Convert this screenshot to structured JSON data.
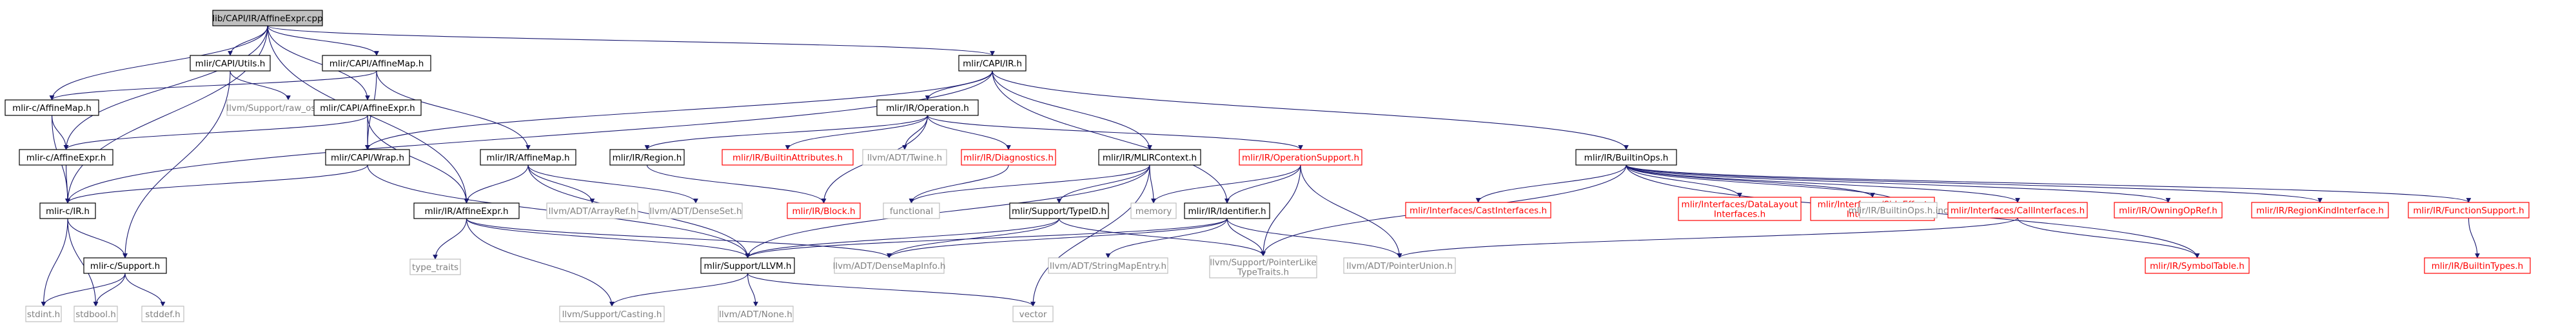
{
  "colors": {
    "edge": "#191970",
    "border_black": "#000000",
    "border_red": "#ff0000",
    "border_gray": "#bfbfbf",
    "fill_root": "#bfbfbf",
    "fill_normal": "#ffffff",
    "text_normal": "#000000",
    "text_red": "#ff0000",
    "text_gray": "#808080"
  },
  "nodes": [
    {
      "id": "root",
      "lines": [
        "lib/CAPI/IR/AffineExpr.cpp"
      ],
      "style": "root"
    },
    {
      "id": "capiutils",
      "lines": [
        "mlir/CAPI/Utils.h"
      ],
      "style": "normal"
    },
    {
      "id": "capiaffinemap",
      "lines": [
        "mlir/CAPI/AffineMap.h"
      ],
      "style": "normal"
    },
    {
      "id": "capiir",
      "lines": [
        "mlir/CAPI/IR.h"
      ],
      "style": "normal"
    },
    {
      "id": "cmap",
      "lines": [
        "mlir-c/AffineMap.h"
      ],
      "style": "normal"
    },
    {
      "id": "raw",
      "lines": [
        "llvm/Support/raw_ostream.h"
      ],
      "style": "gray"
    },
    {
      "id": "capiexpr",
      "lines": [
        "mlir/CAPI/AffineExpr.h"
      ],
      "style": "normal"
    },
    {
      "id": "cexpr",
      "lines": [
        "mlir-c/AffineExpr.h"
      ],
      "style": "normal"
    },
    {
      "id": "wrap",
      "lines": [
        "mlir/CAPI/Wrap.h"
      ],
      "style": "normal"
    },
    {
      "id": "cir",
      "lines": [
        "mlir-c/IR.h"
      ],
      "style": "normal"
    },
    {
      "id": "csupport",
      "lines": [
        "mlir-c/Support.h"
      ],
      "style": "normal"
    },
    {
      "id": "stdint",
      "lines": [
        "stdint.h"
      ],
      "style": "gray"
    },
    {
      "id": "stdbool",
      "lines": [
        "stdbool.h"
      ],
      "style": "gray"
    },
    {
      "id": "stddef",
      "lines": [
        "stddef.h"
      ],
      "style": "gray"
    },
    {
      "id": "affinemap",
      "lines": [
        "mlir/IR/AffineMap.h"
      ],
      "style": "normal"
    },
    {
      "id": "affineexpr",
      "lines": [
        "mlir/IR/AffineExpr.h"
      ],
      "style": "normal"
    },
    {
      "id": "typetraits",
      "lines": [
        "type_traits"
      ],
      "style": "gray"
    },
    {
      "id": "arrayref",
      "lines": [
        "llvm/ADT/ArrayRef.h"
      ],
      "style": "gray"
    },
    {
      "id": "denseset",
      "lines": [
        "llvm/ADT/DenseSet.h"
      ],
      "style": "gray"
    },
    {
      "id": "operation",
      "lines": [
        "mlir/IR/Operation.h"
      ],
      "style": "normal"
    },
    {
      "id": "region",
      "lines": [
        "mlir/IR/Region.h"
      ],
      "style": "normal"
    },
    {
      "id": "builtinattrs",
      "lines": [
        "mlir/IR/BuiltinAttributes.h"
      ],
      "style": "red"
    },
    {
      "id": "block",
      "lines": [
        "mlir/IR/Block.h"
      ],
      "style": "red"
    },
    {
      "id": "twine",
      "lines": [
        "llvm/ADT/Twine.h"
      ],
      "style": "gray"
    },
    {
      "id": "diagnostics",
      "lines": [
        "mlir/IR/Diagnostics.h"
      ],
      "style": "red"
    },
    {
      "id": "mlircontext",
      "lines": [
        "mlir/IR/MLIRContext.h"
      ],
      "style": "normal"
    },
    {
      "id": "functional",
      "lines": [
        "functional"
      ],
      "style": "gray"
    },
    {
      "id": "typeid",
      "lines": [
        "mlir/Support/TypeID.h"
      ],
      "style": "normal"
    },
    {
      "id": "memory",
      "lines": [
        "memory"
      ],
      "style": "gray"
    },
    {
      "id": "opsupport",
      "lines": [
        "mlir/IR/OperationSupport.h"
      ],
      "style": "red"
    },
    {
      "id": "identifier",
      "lines": [
        "mlir/IR/Identifier.h"
      ],
      "style": "normal"
    },
    {
      "id": "llvmh",
      "lines": [
        "mlir/Support/LLVM.h"
      ],
      "style": "normal"
    },
    {
      "id": "densemapinfo",
      "lines": [
        "llvm/ADT/DenseMapInfo.h"
      ],
      "style": "gray"
    },
    {
      "id": "casting",
      "lines": [
        "llvm/Support/Casting.h"
      ],
      "style": "gray"
    },
    {
      "id": "none",
      "lines": [
        "llvm/ADT/None.h"
      ],
      "style": "gray"
    },
    {
      "id": "vector",
      "lines": [
        "vector"
      ],
      "style": "gray"
    },
    {
      "id": "stringmapentry",
      "lines": [
        "llvm/ADT/StringMapEntry.h"
      ],
      "style": "gray"
    },
    {
      "id": "pointerlike",
      "lines": [
        "llvm/Support/PointerLike",
        "TypeTraits.h"
      ],
      "style": "gray"
    },
    {
      "id": "pointerunion",
      "lines": [
        "llvm/ADT/PointerUnion.h"
      ],
      "style": "gray"
    },
    {
      "id": "builtinops",
      "lines": [
        "mlir/IR/BuiltinOps.h"
      ],
      "style": "normal"
    },
    {
      "id": "castinterfaces",
      "lines": [
        "mlir/Interfaces/CastInterfaces.h"
      ],
      "style": "red"
    },
    {
      "id": "datalayout",
      "lines": [
        "mlir/Interfaces/DataLayout",
        "Interfaces.h"
      ],
      "style": "red"
    },
    {
      "id": "sideeffect",
      "lines": [
        "mlir/Interfaces/SideEffect",
        "Interfaces.h"
      ],
      "style": "red"
    },
    {
      "id": "builtinopsinc",
      "lines": [
        "mlir/IR/BuiltinOps.h.inc"
      ],
      "style": "gray"
    },
    {
      "id": "callinterfaces",
      "lines": [
        "mlir/Interfaces/CallInterfaces.h"
      ],
      "style": "red"
    },
    {
      "id": "owningopref",
      "lines": [
        "mlir/IR/OwningOpRef.h"
      ],
      "style": "red"
    },
    {
      "id": "regionkind",
      "lines": [
        "mlir/IR/RegionKindInterface.h"
      ],
      "style": "red"
    },
    {
      "id": "funcsupport",
      "lines": [
        "mlir/IR/FunctionSupport.h"
      ],
      "style": "red"
    },
    {
      "id": "symboltable",
      "lines": [
        "mlir/IR/SymbolTable.h"
      ],
      "style": "red"
    },
    {
      "id": "builtintypes",
      "lines": [
        "mlir/IR/BuiltinTypes.h"
      ],
      "style": "red"
    }
  ],
  "edges": [
    [
      "root",
      "capiutils"
    ],
    [
      "root",
      "capiaffinemap"
    ],
    [
      "root",
      "capiir"
    ],
    [
      "root",
      "cmap"
    ],
    [
      "root",
      "capiexpr"
    ],
    [
      "root",
      "cexpr"
    ],
    [
      "root",
      "cir"
    ],
    [
      "root",
      "affineexpr"
    ],
    [
      "capiutils",
      "raw"
    ],
    [
      "capiutils",
      "csupport"
    ],
    [
      "capiaffinemap",
      "cmap"
    ],
    [
      "capiaffinemap",
      "wrap"
    ],
    [
      "capiaffinemap",
      "affinemap"
    ],
    [
      "capiir",
      "cir"
    ],
    [
      "capiir",
      "wrap"
    ],
    [
      "capiir",
      "operation"
    ],
    [
      "capiir",
      "mlircontext"
    ],
    [
      "capiir",
      "builtinops"
    ],
    [
      "capiir",
      "identifier"
    ],
    [
      "cmap",
      "cexpr"
    ],
    [
      "cmap",
      "cir"
    ],
    [
      "capiexpr",
      "cexpr"
    ],
    [
      "capiexpr",
      "wrap"
    ],
    [
      "capiexpr",
      "affineexpr"
    ],
    [
      "cexpr",
      "cir"
    ],
    [
      "wrap",
      "cir"
    ],
    [
      "wrap",
      "llvmh"
    ],
    [
      "cir",
      "csupport"
    ],
    [
      "cir",
      "stdint"
    ],
    [
      "cir",
      "stdbool"
    ],
    [
      "csupport",
      "stdint"
    ],
    [
      "csupport",
      "stdbool"
    ],
    [
      "csupport",
      "stddef"
    ],
    [
      "affinemap",
      "affineexpr"
    ],
    [
      "affinemap",
      "arrayref"
    ],
    [
      "affinemap",
      "denseset"
    ],
    [
      "affinemap",
      "llvmh"
    ],
    [
      "affineexpr",
      "llvmh"
    ],
    [
      "affineexpr",
      "typetraits"
    ],
    [
      "affineexpr",
      "densemapinfo"
    ],
    [
      "affineexpr",
      "casting"
    ],
    [
      "operation",
      "region"
    ],
    [
      "operation",
      "builtinattrs"
    ],
    [
      "operation",
      "block"
    ],
    [
      "operation",
      "twine"
    ],
    [
      "operation",
      "diagnostics"
    ],
    [
      "operation",
      "opsupport"
    ],
    [
      "region",
      "block"
    ],
    [
      "diagnostics",
      "functional"
    ],
    [
      "mlircontext",
      "functional"
    ],
    [
      "mlircontext",
      "typeid"
    ],
    [
      "mlircontext",
      "memory"
    ],
    [
      "mlircontext",
      "llvmh"
    ],
    [
      "mlircontext",
      "vector"
    ],
    [
      "typeid",
      "llvmh"
    ],
    [
      "typeid",
      "densemapinfo"
    ],
    [
      "typeid",
      "pointerlike"
    ],
    [
      "opsupport",
      "memory"
    ],
    [
      "opsupport",
      "identifier"
    ],
    [
      "opsupport",
      "pointerlike"
    ],
    [
      "opsupport",
      "pointerunion"
    ],
    [
      "identifier",
      "llvmh"
    ],
    [
      "identifier",
      "densemapinfo"
    ],
    [
      "identifier",
      "stringmapentry"
    ],
    [
      "identifier",
      "pointerlike"
    ],
    [
      "identifier",
      "pointerunion"
    ],
    [
      "llvmh",
      "casting"
    ],
    [
      "llvmh",
      "none"
    ],
    [
      "llvmh",
      "vector"
    ],
    [
      "builtinops",
      "castinterfaces"
    ],
    [
      "builtinops",
      "datalayout"
    ],
    [
      "builtinops",
      "sideeffect"
    ],
    [
      "builtinops",
      "builtinopsinc"
    ],
    [
      "builtinops",
      "callinterfaces"
    ],
    [
      "builtinops",
      "owningopref"
    ],
    [
      "builtinops",
      "regionkind"
    ],
    [
      "builtinops",
      "funcsupport"
    ],
    [
      "builtinops",
      "symboltable"
    ],
    [
      "builtinops",
      "pointerlike"
    ],
    [
      "callinterfaces",
      "symboltable"
    ],
    [
      "callinterfaces",
      "pointerunion"
    ],
    [
      "funcsupport",
      "builtintypes"
    ]
  ]
}
